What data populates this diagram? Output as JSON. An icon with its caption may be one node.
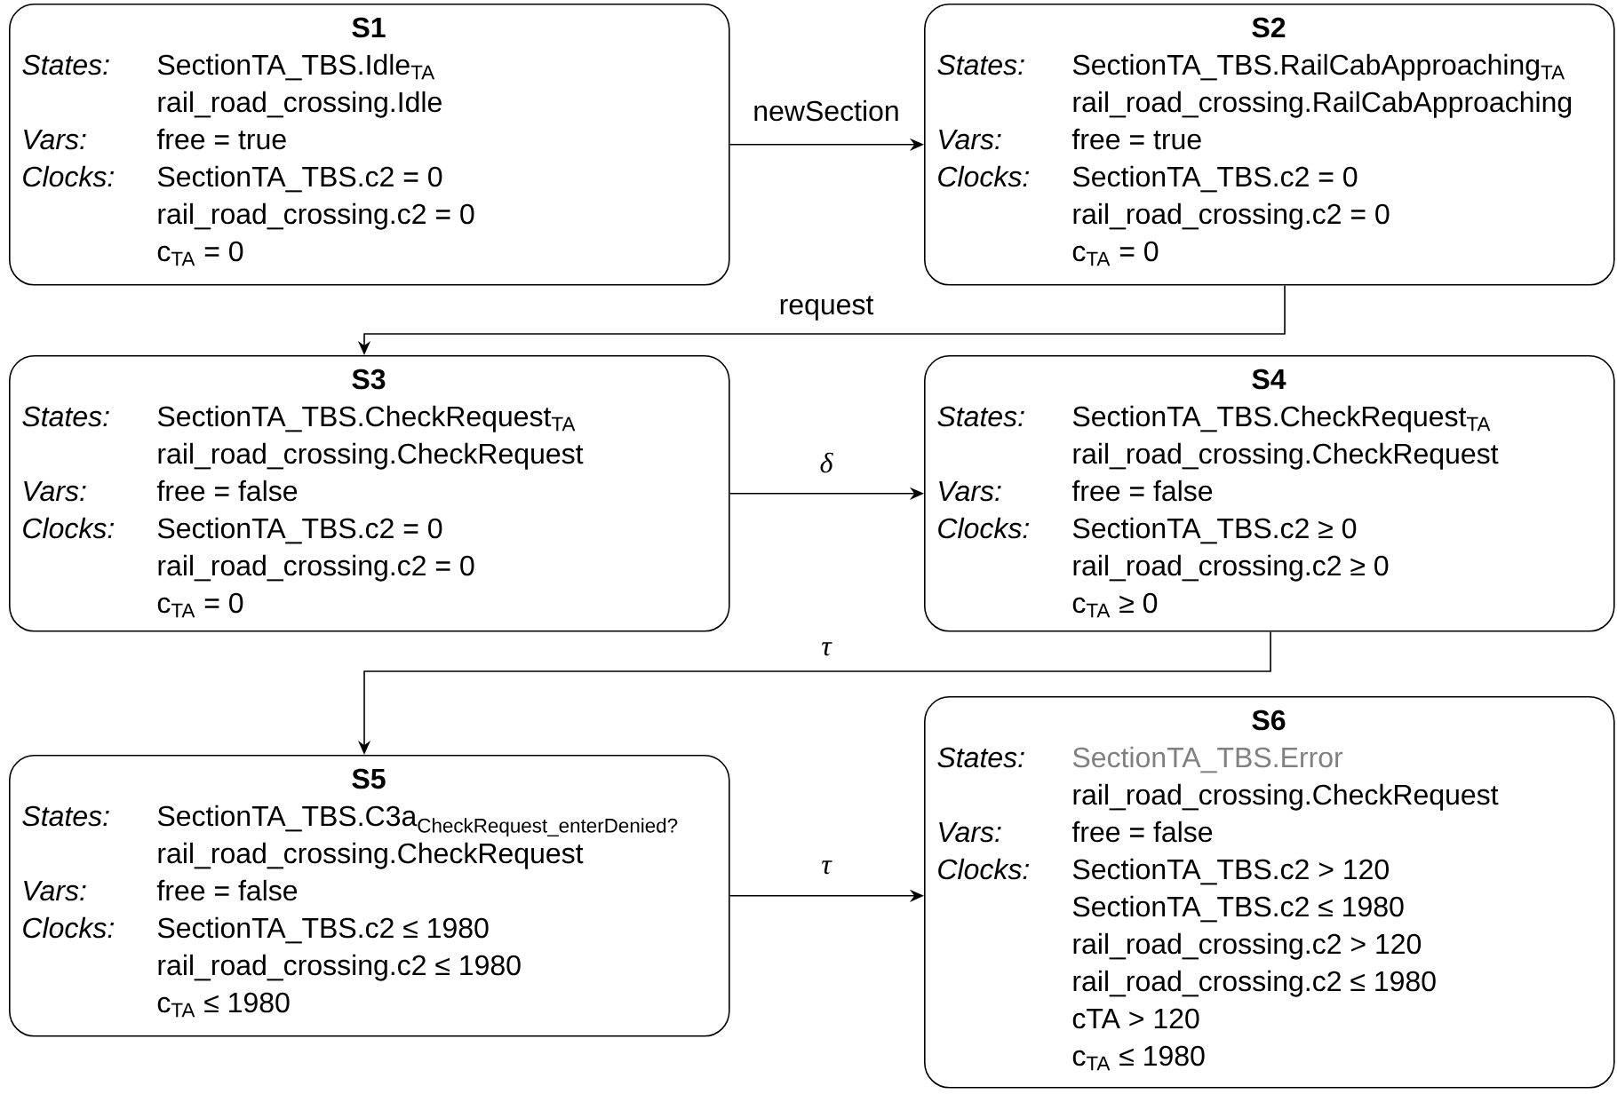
{
  "diagram": {
    "nodes": [
      {
        "text": [
          "S1",
          "States:",
          "SectionTA_TBS.Idle$_{TA}$",
          "rail_road_crossing.Idle",
          "Vars:",
          "free = true",
          "Clocks:",
          "SectionTA_TBS.c2 = 0",
          "rail_road_crossing.c2 = 0",
          "c$_{TA}$ = 0"
        ]
      },
      {
        "text": [
          "S2",
          "States:",
          "SectionTA_TBS.RailCabApproaching$_{TA}$",
          "rail_road_crossing.RailCabApproaching",
          "Vars:",
          "free = true",
          "Clocks:",
          "SectionTA_TBS.c2 = 0",
          "rail_road_crossing.c2 = 0",
          "c$_{TA}$ = 0"
        ]
      },
      {
        "text": [
          "S3",
          "States:",
          "SectionTA_TBS.CheckRequest$_{TA}$",
          "rail_road_crossing.CheckRequest",
          "Vars:",
          "free = false",
          "Clocks:",
          "SectionTA_TBS.c2 = 0",
          "rail_road_crossing.c2 = 0",
          "c$_{TA}$ = 0"
        ]
      },
      {
        "text": [
          "S4",
          "States:",
          "SectionTA_TBS.CheckRequest$_{TA}$",
          "rail_road_crossing.CheckRequest",
          "Vars:",
          "free = false",
          "Clocks:",
          "SectionTA_TBS.c2 ≥ 0",
          "rail_road_crossing.c2 ≥ 0",
          "c$_{TA}$ ≥ 0"
        ]
      },
      {
        "text": [
          "S5",
          "States:",
          "\\text{SectionTA\\_TBS.C3a}_{\\text{CheckRequest\\_enterDenied?}}",
          "rail_road_crossing.CheckRequest",
          "Vars:",
          "free = false",
          "Clocks:",
          "SectionTA_TBS.c2 ≤ 1980",
          "rail_road_crossing.c2 ≤ 1980",
          "c$_{TA}$ ≤ 1980"
        ]
      },
      {
        "text": [
          "S6",
          "States:",
          "SectionTA_TBS.Error",
          "rail_road_crossing.CheckRequest",
          "Vars:",
          "free = false",
          "Clocks:",
          "SectionTA_TBS.c2 > 120",
          "SectionTA_TBS.c2 ≤ 1980",
          "rail_road_crossing.c2 > 120",
          "rail_road_crossing.c2 ≤ 1980",
          "cTA > 120",
          "c$_{TA}$ ≤ 1980"
        ]
      }
    ],
    "edges": [
      {
        "from": 0,
        "to": 1,
        "arrow": "to",
        "label": "newSection"
      },
      {
        "from": 1,
        "to": 2,
        "arrow": "to",
        "label": "request"
      },
      {
        "from": 2,
        "to": 3,
        "arrow": "to",
        "label": "δ"
      },
      {
        "from": 3,
        "to": 4,
        "arrow": "to",
        "label": "τ"
      },
      {
        "from": 4,
        "to": 5,
        "arrow": "to",
        "label": "τ"
      }
    ]
  }
}
